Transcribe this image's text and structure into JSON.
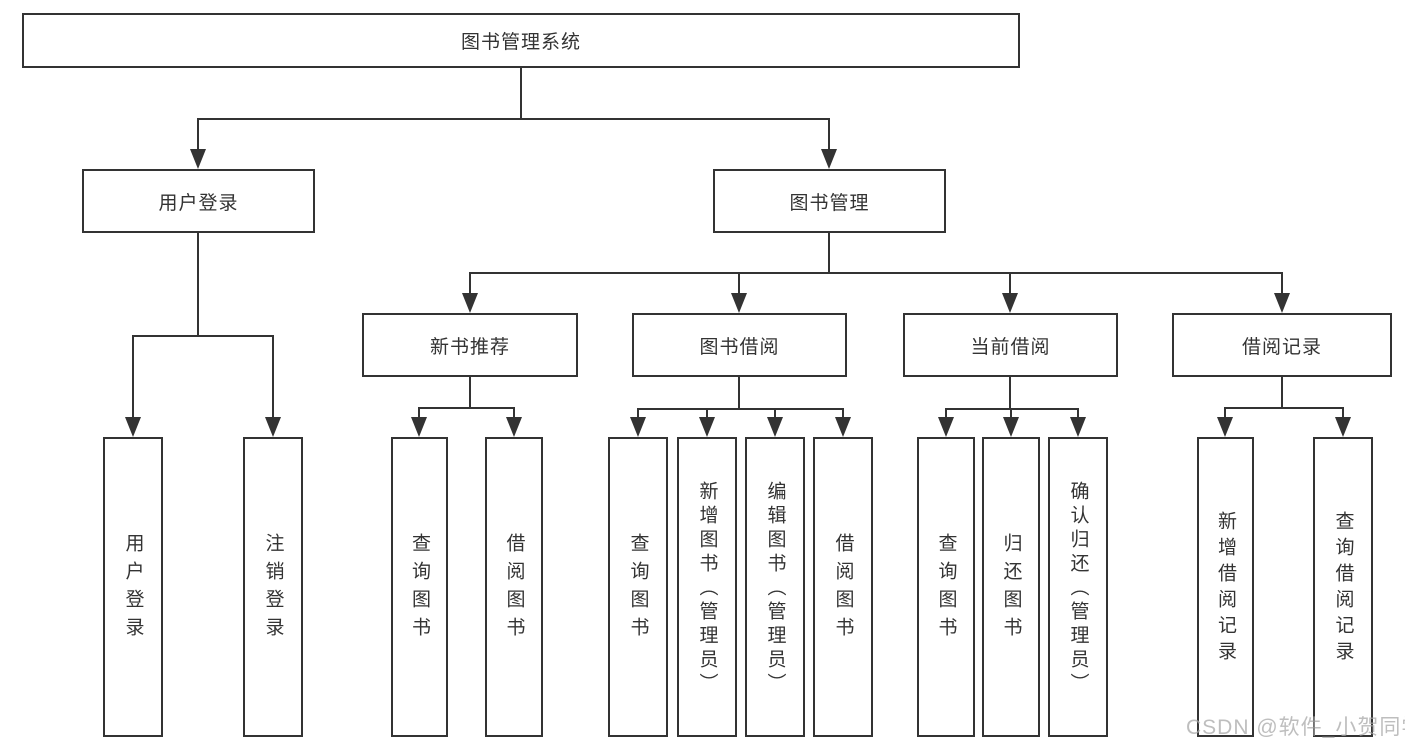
{
  "diagram_title": "图书管理系统",
  "watermark": {
    "text": "CSDN @软件_小贺同学"
  },
  "colors": {
    "line": "#333333",
    "text": "#333333",
    "box_background": "#ffffff",
    "watermark": "#a8a8a8"
  },
  "tree": {
    "label": "图书管理系统",
    "children": [
      {
        "label": "用户登录",
        "children": [
          {
            "label": "用户登录"
          },
          {
            "label": "注销登录"
          }
        ]
      },
      {
        "label": "图书管理",
        "children": [
          {
            "label": "新书推荐",
            "children": [
              {
                "label": "查询图书"
              },
              {
                "label": "借阅图书"
              }
            ]
          },
          {
            "label": "图书借阅",
            "children": [
              {
                "label": "查询图书"
              },
              {
                "label": "新增图书（管理员）"
              },
              {
                "label": "编辑图书（管理员）"
              },
              {
                "label": "借阅图书"
              }
            ]
          },
          {
            "label": "当前借阅",
            "children": [
              {
                "label": "查询图书"
              },
              {
                "label": "归还图书"
              },
              {
                "label": "确认归还（管理员）"
              }
            ]
          },
          {
            "label": "借阅记录",
            "children": [
              {
                "label": "新增借阅记录"
              },
              {
                "label": "查询借阅记录"
              }
            ]
          }
        ]
      }
    ]
  }
}
